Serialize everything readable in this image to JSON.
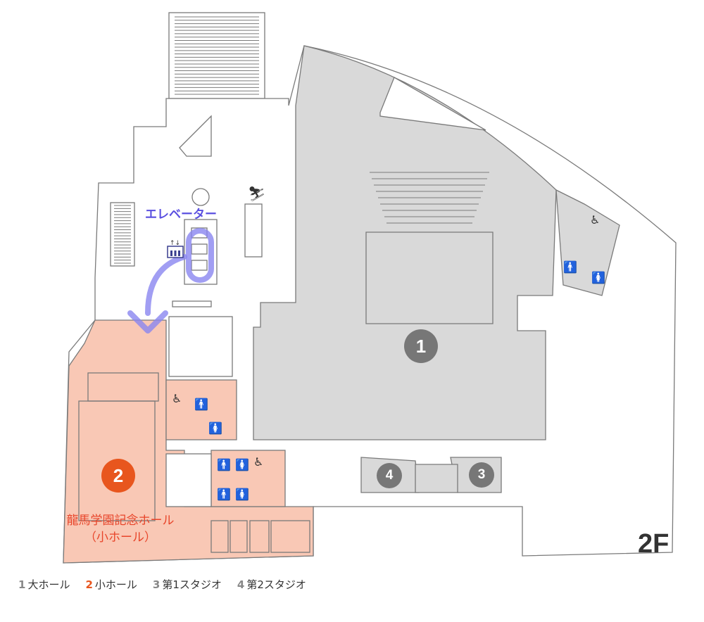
{
  "floor_label": "2F",
  "colors": {
    "accent": "#e8561e",
    "hall_fill": "#f9c8b5",
    "gray_fill": "#d9d9d9",
    "marker_gray": "#777777",
    "elevator_blue": "#5a4fe0"
  },
  "markers": [
    {
      "number": "1",
      "target": "large-hall"
    },
    {
      "number": "2",
      "target": "small-hall"
    },
    {
      "number": "3",
      "target": "studio-1"
    },
    {
      "number": "4",
      "target": "studio-2"
    }
  ],
  "labels": {
    "elevator": "エレベーター",
    "small_hall_line1": "龍馬学園記念ホール",
    "small_hall_line2": "（小ホール）"
  },
  "legend": [
    {
      "number": "1",
      "label": "大ホール"
    },
    {
      "number": "2",
      "label": "小ホール"
    },
    {
      "number": "3",
      "label": "第1スタジオ"
    },
    {
      "number": "4",
      "label": "第2スタジオ"
    }
  ],
  "icons": [
    "elevator-icon",
    "escalator-icon",
    "restroom-male-icon",
    "restroom-female-icon",
    "wheelchair-icon"
  ]
}
